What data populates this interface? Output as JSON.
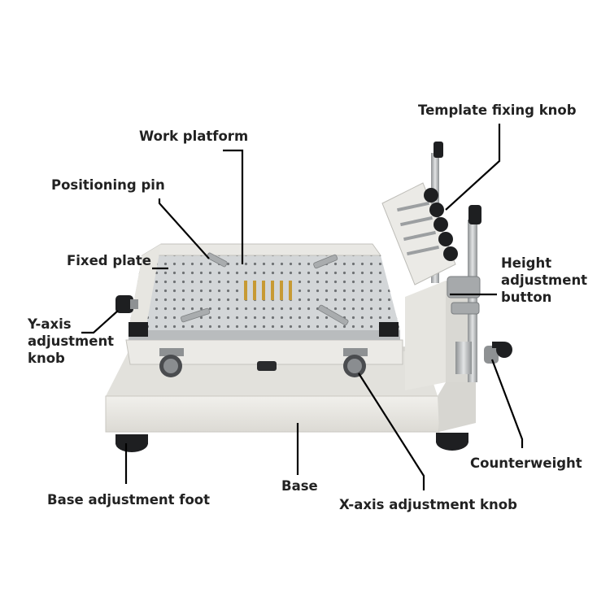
{
  "labels": {
    "template_fixing_knob": "Template fixing knob",
    "work_platform": "Work platform",
    "positioning_pin": "Positioning pin",
    "fixed_plate": "Fixed plate",
    "height_adjustment_button": [
      "Height",
      "adjustment",
      "button"
    ],
    "y_axis_adjustment_knob": [
      "Y-axis",
      "adjustment",
      "knob"
    ],
    "counterweight": "Counterweight",
    "base": "Base",
    "base_adjustment_foot": "Base adjustment foot",
    "x_axis_adjustment_knob": "X-axis adjustment knob"
  },
  "colors": {
    "background": "#ffffff",
    "label_text": "#222222",
    "leader_line": "#000000",
    "machine_body": "#e9e7e2",
    "platform_plate": "#cfd2d4",
    "holes": "#6f7275",
    "rods": "#b9bcbe",
    "black_parts": "#1e1f21",
    "brass_pins": "#c79a34"
  }
}
